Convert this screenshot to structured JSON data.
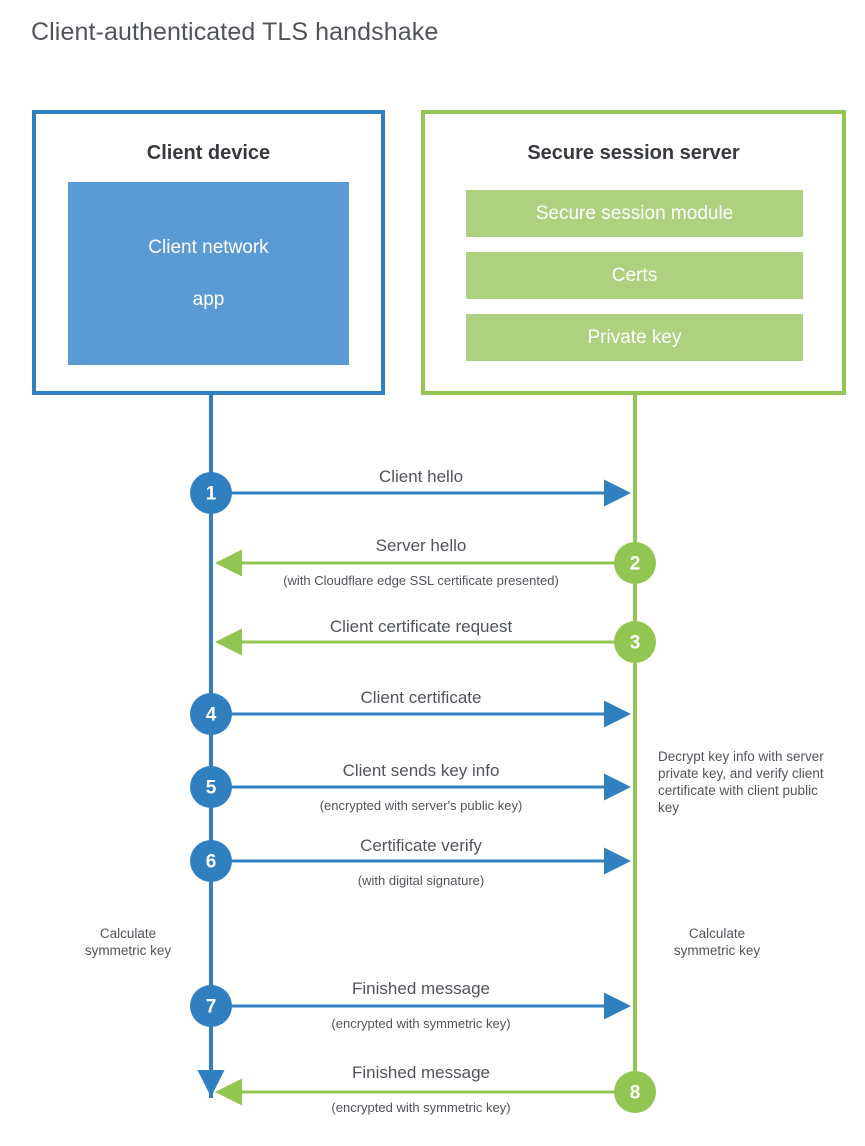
{
  "title": "Client-authenticated TLS handshake",
  "colors": {
    "client_border": "#2f7fc1",
    "client_fill": "#5b9bd5",
    "server_border": "#93c553",
    "server_fill": "#aed180",
    "text": "#50545a",
    "heading": "#36393d"
  },
  "client": {
    "title": "Client device",
    "app_line1": "Client network",
    "app_line2": "app"
  },
  "server": {
    "title": "Secure session server",
    "blocks": [
      {
        "label": "Secure session module"
      },
      {
        "label": "Certs"
      },
      {
        "label": "Private key"
      }
    ]
  },
  "steps": [
    {
      "number": "1",
      "label": "Client hello",
      "sub": "",
      "direction": "client-to-server",
      "side": "client"
    },
    {
      "number": "2",
      "label": "Server hello",
      "sub": "(with Cloudflare edge SSL certificate presented)",
      "direction": "server-to-client",
      "side": "server"
    },
    {
      "number": "3",
      "label": "Client certificate request",
      "sub": "",
      "direction": "server-to-client",
      "side": "server"
    },
    {
      "number": "4",
      "label": "Client certificate",
      "sub": "",
      "direction": "client-to-server",
      "side": "client"
    },
    {
      "number": "5",
      "label": "Client sends key info",
      "sub": "(encrypted with server's public key)",
      "direction": "client-to-server",
      "side": "client"
    },
    {
      "number": "6",
      "label": "Certificate verify",
      "sub": "(with digital signature)",
      "direction": "client-to-server",
      "side": "client"
    },
    {
      "number": "7",
      "label": "Finished message",
      "sub": "(encrypted with symmetric key)",
      "direction": "client-to-server",
      "side": "client"
    },
    {
      "number": "8",
      "label": "Finished message",
      "sub": "(encrypted with symmetric key)",
      "direction": "server-to-client",
      "side": "server"
    }
  ],
  "notes": {
    "server_decrypt": "Decrypt key info with server private key, and verify client certificate with client public key",
    "client_calculate_line1": "Calculate",
    "client_calculate_line2": "symmetric key",
    "server_calculate_line1": "Calculate",
    "server_calculate_line2": "symmetric key"
  }
}
